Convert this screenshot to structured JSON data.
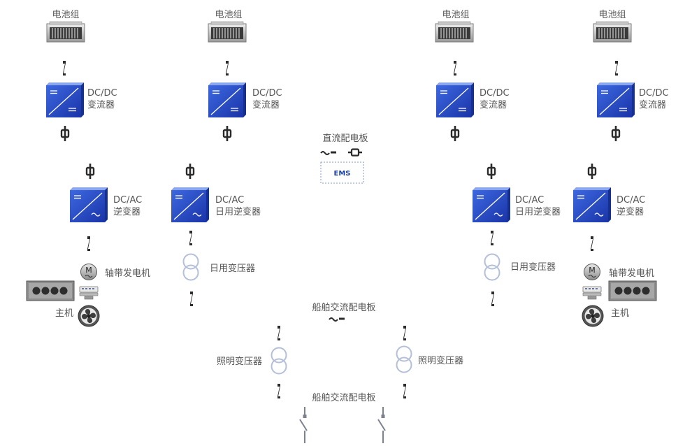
{
  "labels": {
    "battery": "电池组",
    "dcdc_line1": "DC/DC",
    "dcdc_line2": "变流器",
    "dcac_line1": "DC/AC",
    "dcac_inverter": "逆变器",
    "dcac_daily_inverter": "日用逆变器",
    "dc_panel": "直流配电板",
    "ems": "EMS",
    "shaft_generator": "轴带发电机",
    "main_engine": "主机",
    "daily_transformer": "日用变压器",
    "ship_ac_panel": "船舶交流配电板",
    "lighting_transformer": "照明变压器",
    "motor_letter": "M"
  },
  "colors": {
    "module_blue": "#1e3fb8",
    "module_blue_light": "#3d68e0",
    "transformer_ring": "#b4bfd9",
    "switch_gray": "#7d8290",
    "dark_icon": "#2b2b2b",
    "ems_border": "#7f9ac8"
  }
}
